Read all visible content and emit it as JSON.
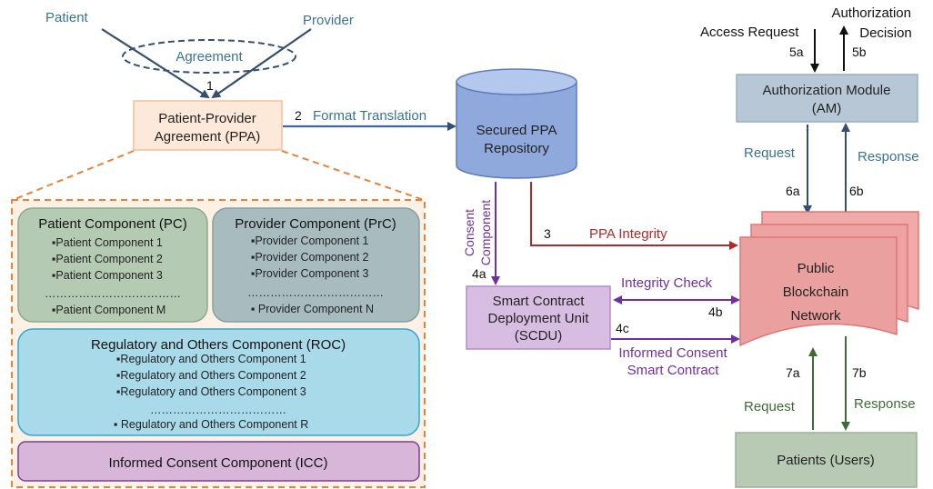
{
  "colors": {
    "blue_text": "#3a7494",
    "navy_arrow": "#34506e",
    "purple": "#7030a0",
    "red": "#b02a2a",
    "green": "#3f6b35",
    "orange_dash": "#e8823a"
  },
  "agreement": {
    "patient": "Patient",
    "provider": "Provider",
    "agreement_label": "Agreement",
    "step1": "1"
  },
  "ppa": {
    "line1": "Patient-Provider",
    "line2": "Agreement (PPA)"
  },
  "format_translation": {
    "step": "2",
    "label": "Format Translation"
  },
  "repository": {
    "line1": "Secured PPA",
    "line2": "Repository"
  },
  "consent_component": {
    "line1": "Consent",
    "line2": "Component",
    "step": "4a"
  },
  "ppa_integrity": {
    "step": "3",
    "label": "PPA Integrity"
  },
  "scdu": {
    "line1": "Smart Contract",
    "line2": "Deployment Unit",
    "line3": "(SCDU)"
  },
  "integrity_check": {
    "label": "Integrity Check",
    "step": "4b"
  },
  "informed_consent_sc": {
    "step": "4c",
    "line1": "Informed Consent",
    "line2": "Smart Contract"
  },
  "pc": {
    "title": "Patient Component (PC)",
    "items": [
      "▪Patient Component 1",
      "▪Patient Component 2",
      "▪Patient Component 3"
    ],
    "dots": "………………………………",
    "last": "▪Patient Component M"
  },
  "prc": {
    "title": "Provider Component (PrC)",
    "items": [
      "▪Provider Component 1",
      "▪Provider Component 2",
      "▪Provider Component 3"
    ],
    "dots": "………………………………",
    "last": "▪ Provider Component N"
  },
  "roc": {
    "title": "Regulatory and Others Component (ROC)",
    "items": [
      "▪Regulatory and Others Component 1",
      "▪Regulatory and Others Component 2",
      "▪Regulatory and Others Component 3"
    ],
    "dots": "………………………………",
    "last": "▪ Regulatory and Others Component R"
  },
  "icc": {
    "title": "Informed Consent Component (ICC)"
  },
  "auth": {
    "access_request": "Access Request",
    "decision_line1": "Authorization",
    "decision_line2": "Decision",
    "step_5a": "5a",
    "step_5b": "5b",
    "am_line1": "Authorization Module",
    "am_line2": "(AM)",
    "request": "Request",
    "response": "Response",
    "step_6a": "6a",
    "step_6b": "6b"
  },
  "blockchain": {
    "line1": "Public",
    "line2": "Blockchain",
    "line3": "Network"
  },
  "patients": {
    "step_7a": "7a",
    "step_7b": "7b",
    "request": "Request",
    "response": "Response",
    "label": "Patients (Users)"
  }
}
